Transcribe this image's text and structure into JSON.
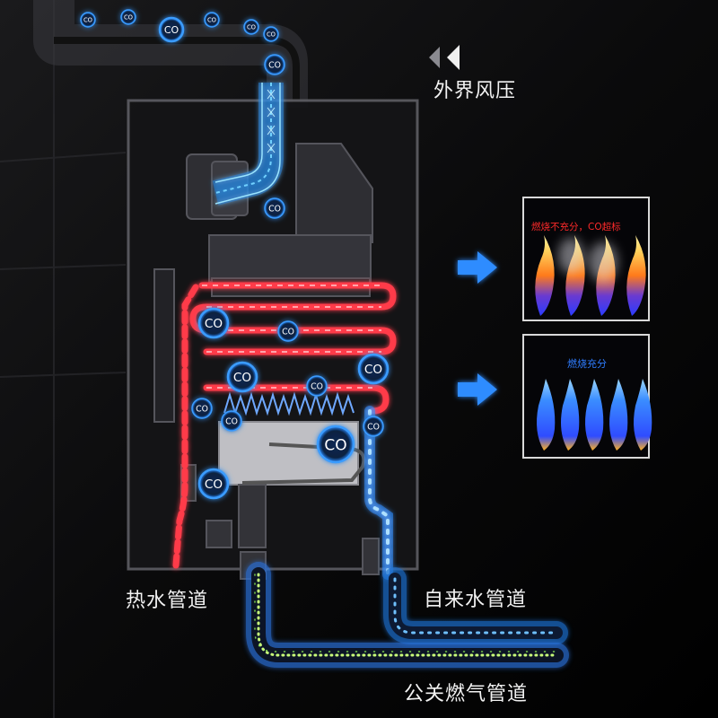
{
  "labels": {
    "wind_pressure": "外界风压",
    "hot_water_pipe": "热水管道",
    "tap_water_pipe": "自来水管道",
    "gas_pipe": "公关燃气管道",
    "incomplete_combustion": "燃烧不充分，CO超标",
    "complete_combustion": "燃烧充分"
  },
  "co_label": "CO",
  "colors": {
    "hot": "#ff3b4a",
    "cold": "#3aa8ff",
    "gas": "#b8ff6a",
    "incomplete_text": "#ff2a2a",
    "complete_text": "#2f7dff"
  }
}
